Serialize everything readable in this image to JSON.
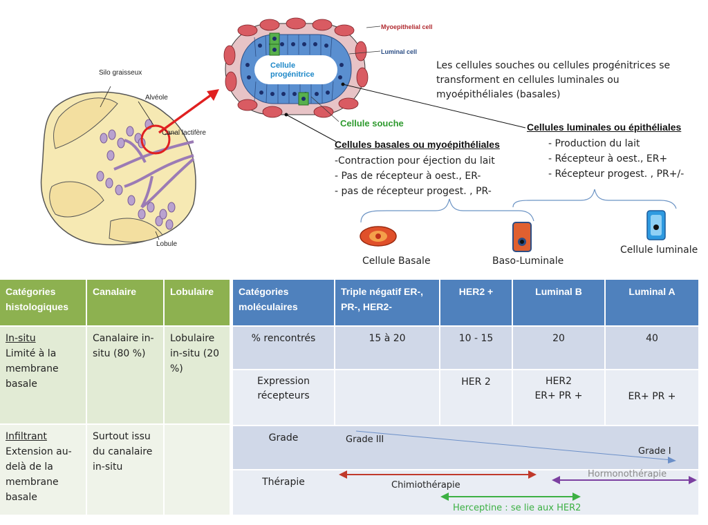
{
  "diagram": {
    "breast_labels": {
      "silo": "Silo graisseux",
      "alveole": "Alvéole",
      "canal": "Canal lactifère",
      "lobule": "Lobule"
    },
    "alveolus_labels": {
      "myoepithelial": "Myoepithelial cell",
      "luminal": "Luminal cell",
      "progenitor_line1": "Cellule",
      "progenitor_line2": "progénitrice",
      "stem": "Cellule souche"
    },
    "intro_text": [
      "Les cellules souches ou cellules progénitrices se",
      "transforment en cellules luminales ou",
      "myoépithéliales  (basales)"
    ],
    "luminal_cells": {
      "title": "Cellules luminales ou épithéliales",
      "items": [
        "- Production du lait",
        "- Récepteur  à oest., ER+",
        "- Récepteur  progest. , PR+/-"
      ]
    },
    "basal_cells": {
      "title": "Cellules basales ou myoépithéliales",
      "items": [
        "-Contraction pour éjection du lait",
        "- Pas de récepteur à oest., ER-",
        "- pas de récepteur progest. , PR-"
      ]
    },
    "cell_types": {
      "basale": "Cellule  Basale",
      "baso": "Baso-Luminale",
      "luminale": "Cellule  luminale"
    }
  },
  "histo_table": {
    "headers": [
      "Catégories histologiques",
      "Canalaire",
      "Lobulaire"
    ],
    "insitu": {
      "title": "In-situ",
      "desc": "Limité à la membrane basale",
      "canalaire": "Canalaire in-situ (80 %)",
      "lobulaire": "Lobulaire in-situ (20 %)"
    },
    "infiltrant": {
      "title": "Infiltrant",
      "desc": "Extension au-delà de la membrane basale",
      "canalaire": "Surtout issu du canalaire in-situ",
      "lobulaire": ""
    }
  },
  "mol_table": {
    "headers": [
      "Catégories moléculaires",
      "Triple négatif ER-, PR-, HER2-",
      "HER2 +",
      "Luminal  B",
      "Luminal  A"
    ],
    "pct": {
      "label": "% rencontrés",
      "values": [
        "15 à 20",
        "10 - 15",
        "20",
        "40"
      ]
    },
    "expression": {
      "label": "Expression récepteurs",
      "her2": "HER 2",
      "lumb_1": "HER2",
      "lumb_2": "ER+   PR +",
      "luma": "ER+   PR +"
    },
    "grade": {
      "label": "Grade",
      "start": "Grade III",
      "end": "Grade I"
    },
    "therapie": {
      "label": "Thérapie",
      "chimio": "Chimiothérapie",
      "hormono": "Hormonothérapie",
      "herceptine": "Herceptine : se lie aux HER2"
    }
  },
  "colors": {
    "green_header": "#8db150",
    "blue_header": "#4f81bd",
    "chimio": "#c0392b",
    "hormono": "#7b3fa0",
    "herceptine": "#3cb043",
    "stem_text": "#2e9a2e"
  }
}
